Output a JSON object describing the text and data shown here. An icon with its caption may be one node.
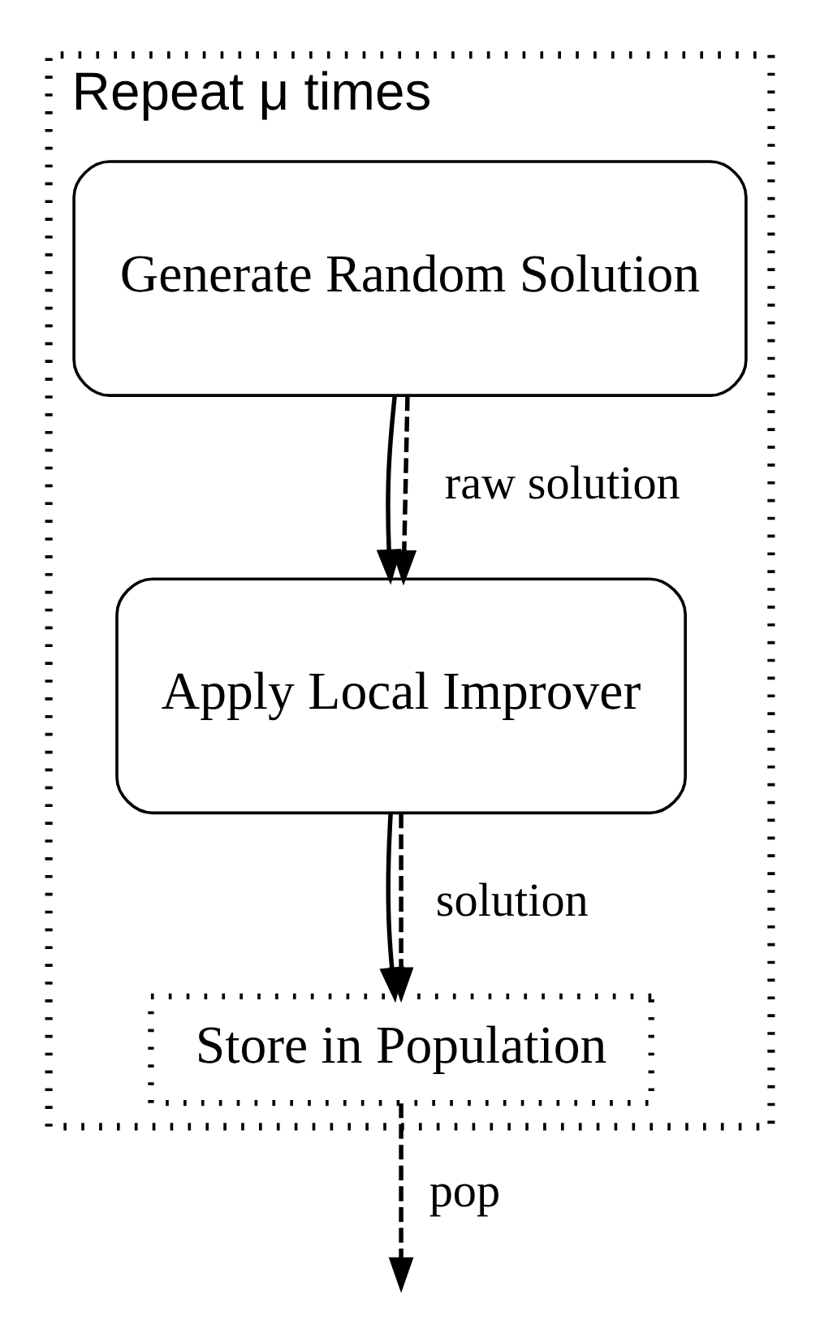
{
  "diagram": {
    "nodes": [
      {
        "text": [
          "Repeat μ times"
        ]
      },
      {
        "text": [
          "Generate Random Solution"
        ],
        "in": 0
      },
      {
        "text": [
          "Apply Local Improver"
        ],
        "in": 0
      },
      {
        "text": [
          "Store in Population"
        ],
        "in": 0
      }
    ],
    "edges": [
      {
        "from": 1,
        "to": 2,
        "arrow": "to"
      },
      {
        "from": 1,
        "to": 2,
        "arrow": "to",
        "style": "dashed",
        "label": "raw solution"
      },
      {
        "from": 2,
        "to": 3,
        "arrow": "to"
      },
      {
        "from": 2,
        "to": 3,
        "arrow": "to",
        "style": "dashed",
        "label": "solution"
      },
      {
        "from": 3,
        "to": null,
        "arrow": "to",
        "style": "dashed",
        "label": "pop"
      }
    ]
  }
}
